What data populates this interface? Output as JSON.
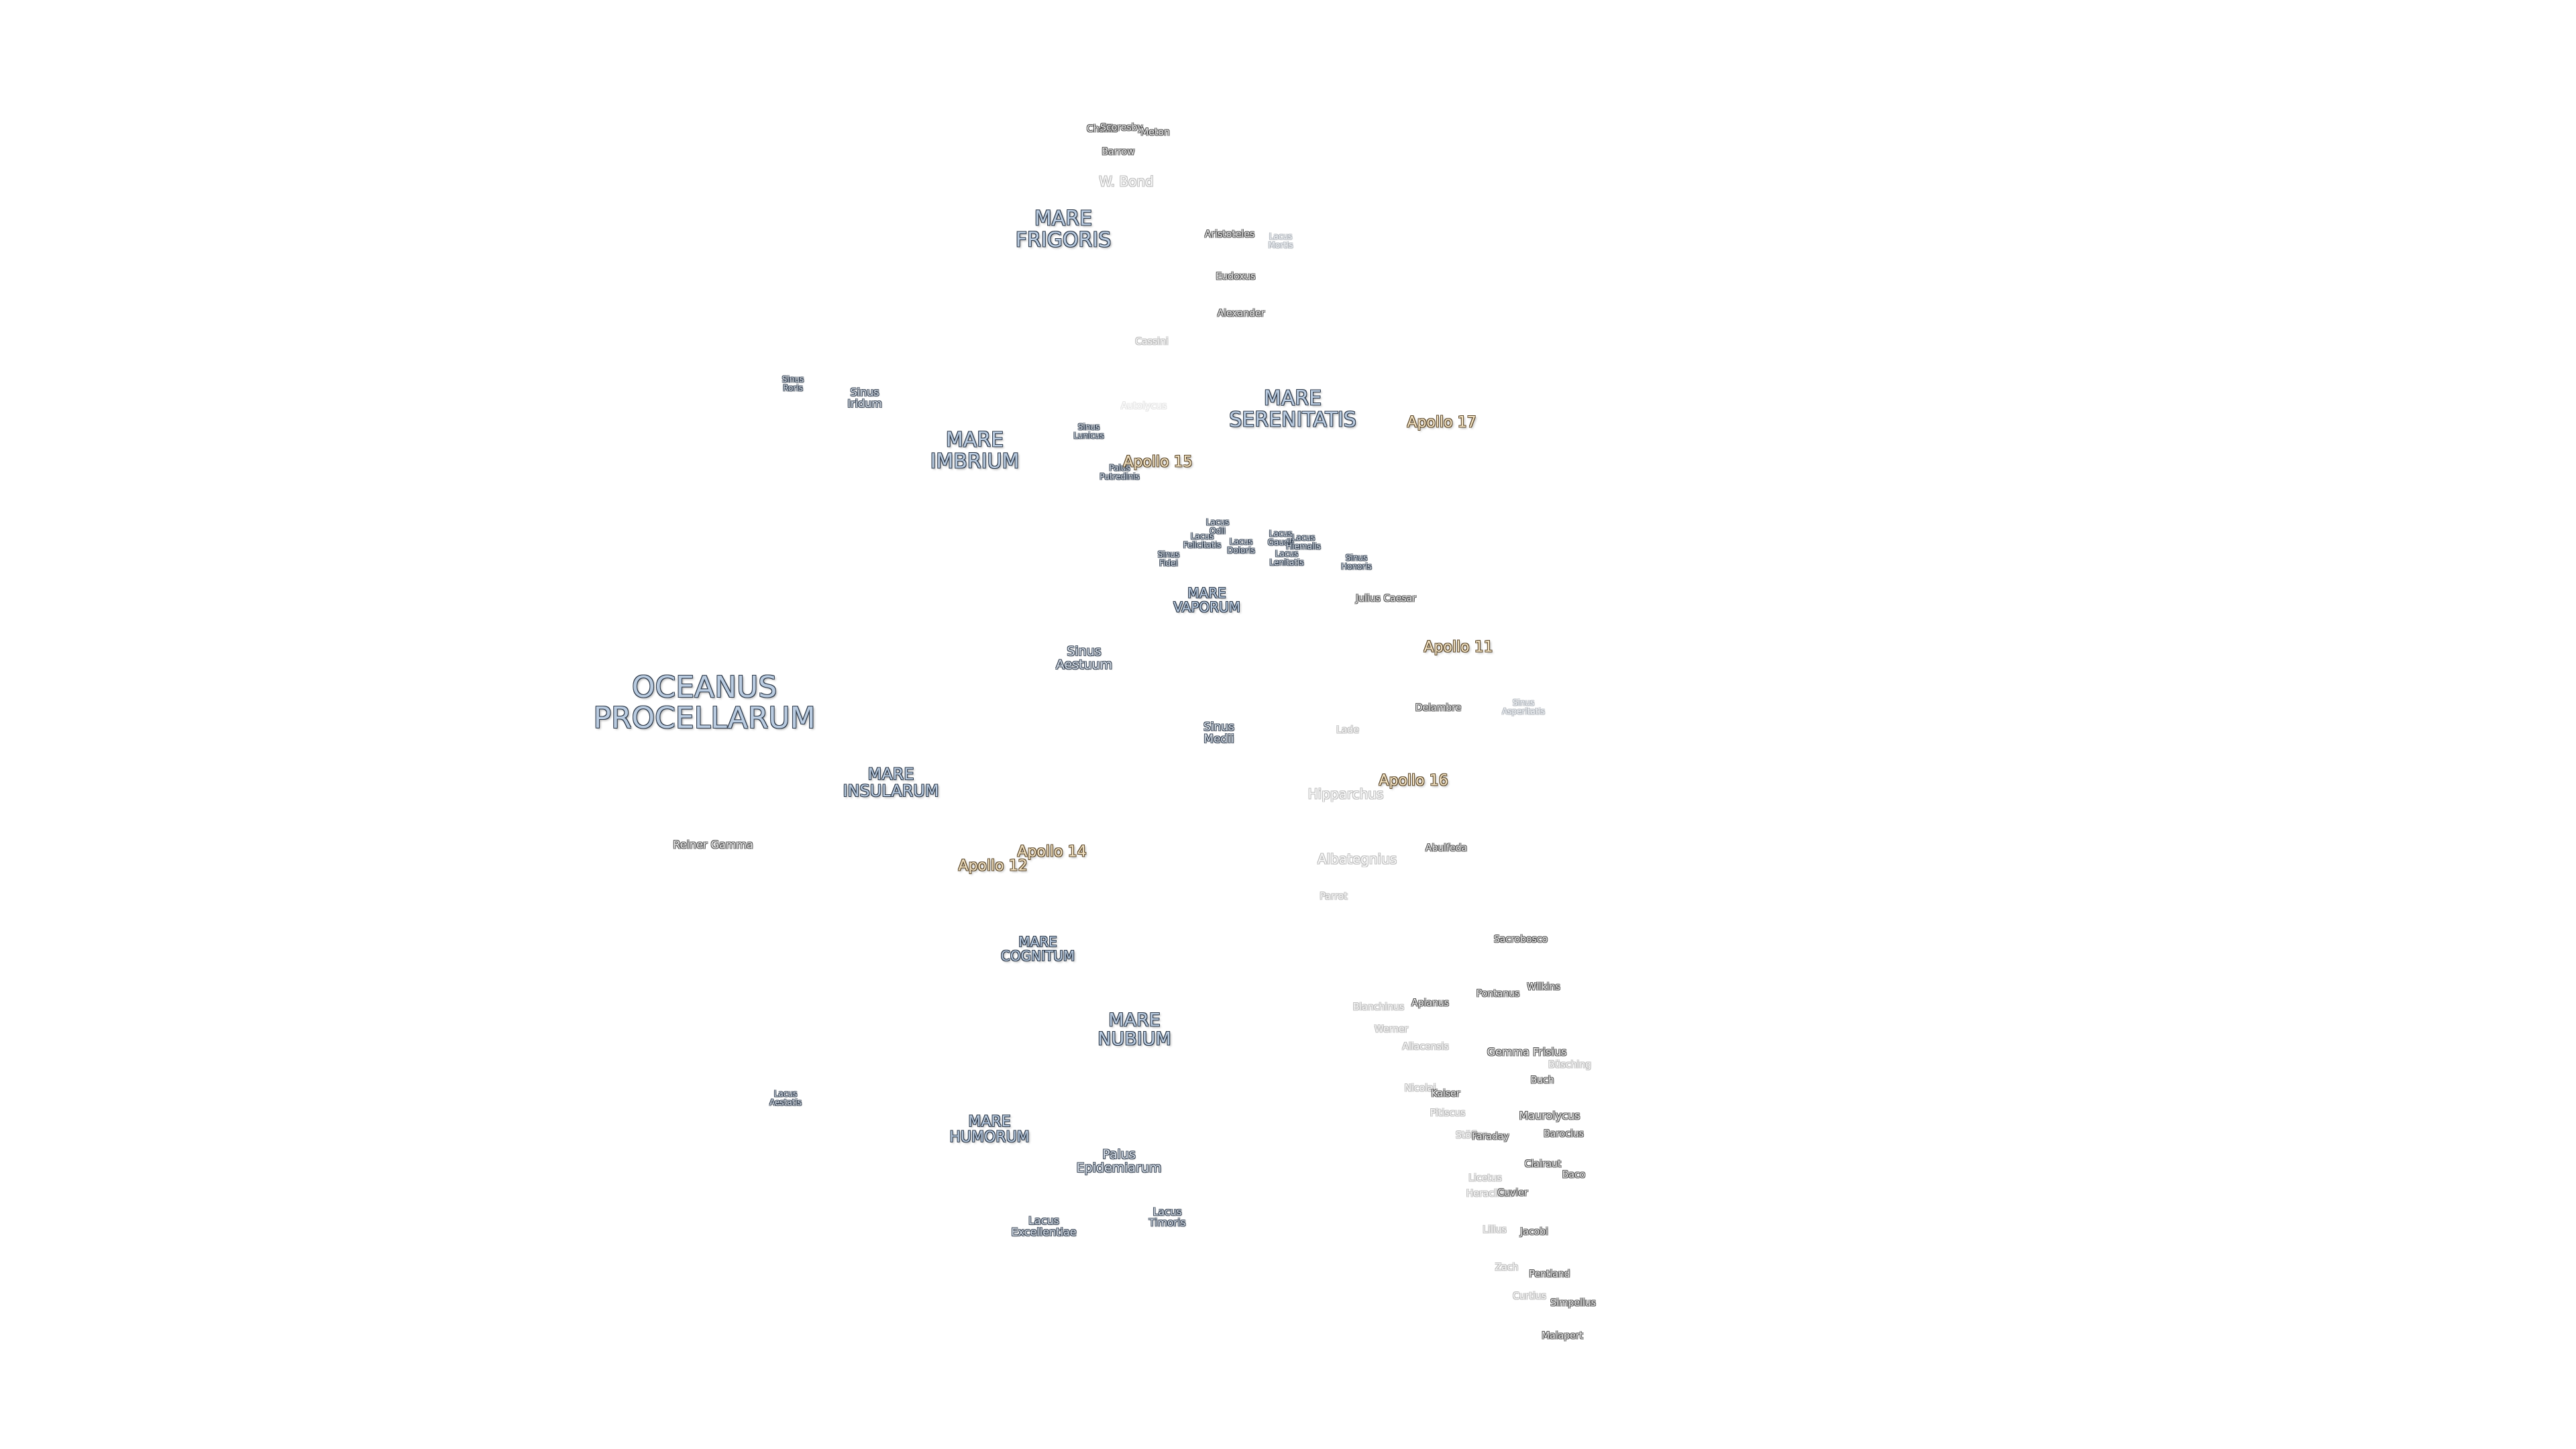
{
  "seas": [
    {
      "name": "MARE\nFRIGORIS"
    },
    {
      "name": "MARE\nIMBRIUM"
    },
    {
      "name": "MARE\nSERENITATIS"
    },
    {
      "name": "OCEANUS\nPROCELLARUM"
    },
    {
      "name": "MARE\nINSULARUM"
    },
    {
      "name": "MARE\nVAPORUM"
    },
    {
      "name": "MARE\nCOGNITUM"
    },
    {
      "name": "MARE\nNUBIUM"
    },
    {
      "name": "MARE\nHUMORUM"
    }
  ],
  "sinus_labels": [
    {
      "name": "Sinus\nRoris"
    },
    {
      "name": "Sinus\nIridum"
    },
    {
      "name": "Sinus\nLunicus"
    },
    {
      "name": "Palus\nPutredinis"
    },
    {
      "name": "Sinus\nAestuum"
    },
    {
      "name": "Sinus\nMedii"
    },
    {
      "name": "Palus\nEpidemiarum"
    },
    {
      "name": "Lacus\nExcellentiae"
    },
    {
      "name": "Lacus\nTimoris"
    },
    {
      "name": "Lacus\nAestatis"
    },
    {
      "name": "Sinus\nHonoris"
    },
    {
      "name": "Sinus\nFidei"
    },
    {
      "name": "Lacus\nOdii"
    },
    {
      "name": "Lacus\nFelicitatis"
    },
    {
      "name": "Lacus\nDoloris"
    },
    {
      "name": "Lacus\nGaudii"
    },
    {
      "name": "Lacus\nHiemalis"
    },
    {
      "name": "Lacus\nLenitatis"
    },
    {
      "name": "Lacus\nMortis"
    },
    {
      "name": "Sinus\nAsperitatis"
    }
  ],
  "apollo_sites": [
    {
      "name": "Apollo 17"
    },
    {
      "name": "Apollo 15"
    },
    {
      "name": "Apollo 11"
    },
    {
      "name": "Apollo 16"
    },
    {
      "name": "Apollo 14"
    },
    {
      "name": "Apollo 12"
    }
  ],
  "craters": [
    {
      "name": "Challis"
    },
    {
      "name": "Scoresby"
    },
    {
      "name": "Meton"
    },
    {
      "name": "Barrow"
    },
    {
      "name": "W. Bond"
    },
    {
      "name": "Aristoteles"
    },
    {
      "name": "Eudoxus"
    },
    {
      "name": "Alexander"
    },
    {
      "name": "Cassini"
    },
    {
      "name": "Julius Caesar"
    },
    {
      "name": "Delambre"
    },
    {
      "name": "Lade"
    },
    {
      "name": "Hipparchus"
    },
    {
      "name": "Albategnius"
    },
    {
      "name": "Abulfeda"
    },
    {
      "name": "Parrot"
    },
    {
      "name": "Reiner Gamma"
    },
    {
      "name": "Sacrobosco"
    },
    {
      "name": "Pontanus"
    },
    {
      "name": "Wilkins"
    },
    {
      "name": "Apianus"
    },
    {
      "name": "Werner"
    },
    {
      "name": "Aliacensis"
    },
    {
      "name": "Gemma Frisius"
    },
    {
      "name": "Buch"
    },
    {
      "name": "Büsching"
    },
    {
      "name": "Nicolai"
    },
    {
      "name": "Kaiser"
    },
    {
      "name": "Pitiscus"
    },
    {
      "name": "Maurolycus"
    },
    {
      "name": "Barocius"
    },
    {
      "name": "Stöfler"
    },
    {
      "name": "Faraday"
    },
    {
      "name": "Clairaut"
    },
    {
      "name": "Licetus"
    },
    {
      "name": "Heraclitus"
    },
    {
      "name": "Cuvier"
    },
    {
      "name": "Baco"
    },
    {
      "name": "Lilius"
    },
    {
      "name": "Jacobi"
    },
    {
      "name": "Zach"
    },
    {
      "name": "Pentland"
    },
    {
      "name": "Curtius"
    },
    {
      "name": "Simpelius"
    },
    {
      "name": "Malapert"
    },
    {
      "name": "Blanchinus"
    },
    {
      "name": "Autolycus"
    }
  ]
}
